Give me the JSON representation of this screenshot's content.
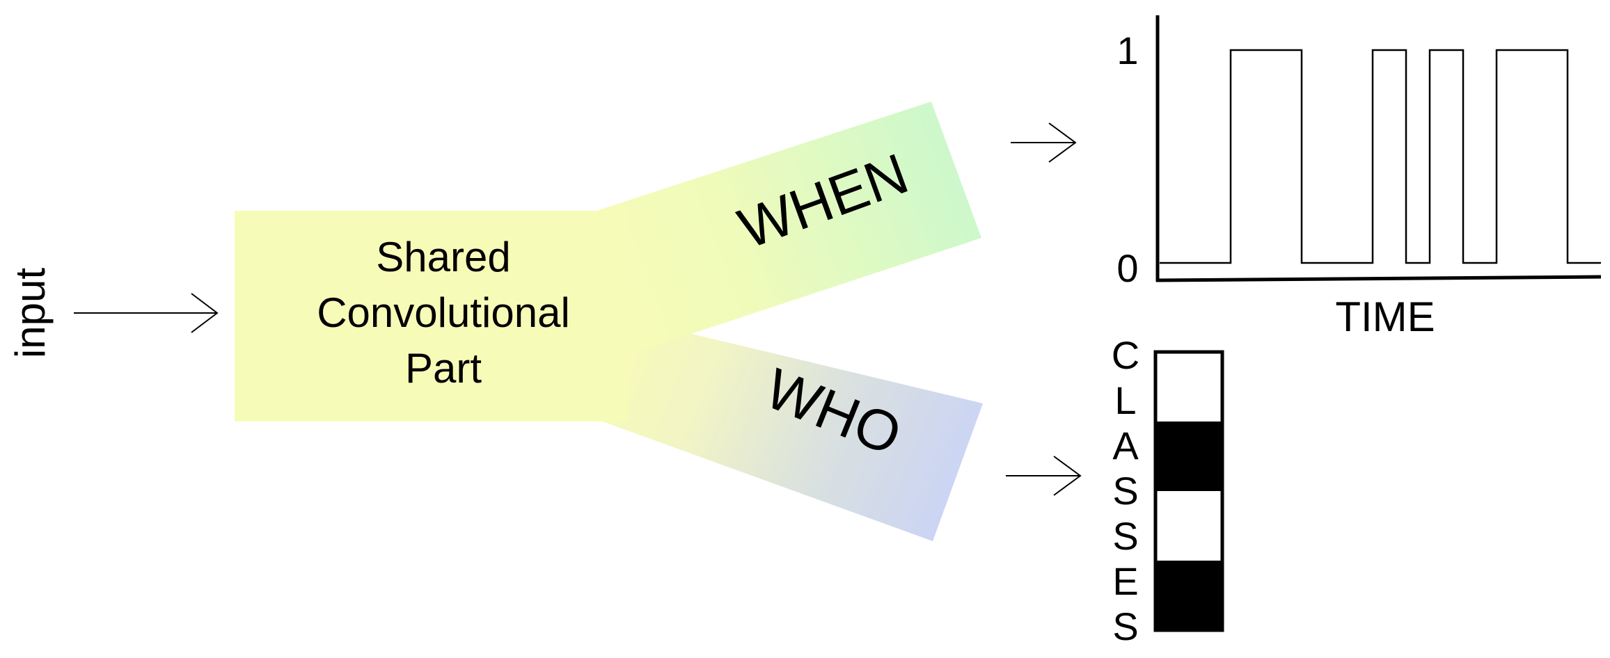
{
  "input_label": "input",
  "shared_block": {
    "line1": "Shared",
    "line2": "Convolutional",
    "line3": "Part"
  },
  "branches": {
    "when": "WHEN",
    "who": "WHO"
  },
  "time_plot": {
    "y_tick_high": "1",
    "y_tick_low": "0",
    "x_label": "TIME",
    "signal": [
      0,
      1,
      0,
      1,
      0,
      1,
      0,
      1,
      0
    ]
  },
  "classes": {
    "letters": [
      "C",
      "L",
      "A",
      "S",
      "S",
      "E",
      "S"
    ],
    "cells": [
      "white",
      "black",
      "white",
      "black"
    ]
  },
  "colors": {
    "shared": "#f7fbb8",
    "when_end": "#ccf8cc",
    "who_end": "#c8d2f8",
    "ink": "#000000"
  }
}
